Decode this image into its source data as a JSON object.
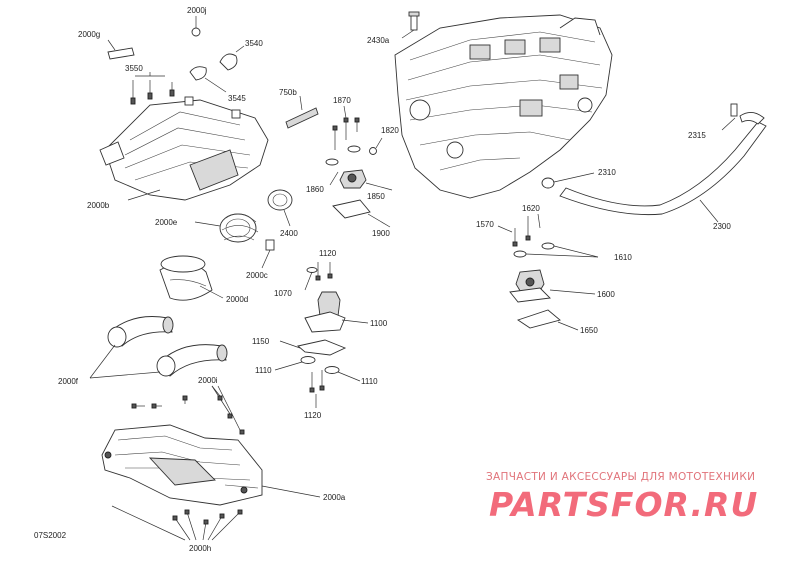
{
  "diagram_code": "07S2002",
  "watermark": {
    "tagline": "ЗАПЧАСТИ И АКСЕССУАРЫ ДЛЯ МОТОТЕХНИКИ",
    "brand": "PARTSFOR.RU",
    "color": "#f26b7b"
  },
  "labels": {
    "l2000j": "2000j",
    "l2000g": "2000g",
    "l3540": "3540",
    "l3550": "3550",
    "l3545": "3545",
    "l2430a": "2430a",
    "l750b": "750b",
    "l1870": "1870",
    "l1820": "1820",
    "l2315": "2315",
    "l2000b": "2000b",
    "l1860": "1860",
    "l1850": "1850",
    "l2310": "2310",
    "l1900": "1900",
    "l2000e": "2000e",
    "l2400": "2400",
    "l1620": "1620",
    "l1570": "1570",
    "l2300": "2300",
    "l1120a": "1120",
    "l2000c": "2000c",
    "l1610": "1610",
    "l1070": "1070",
    "l2000d": "2000d",
    "l1600": "1600",
    "l1100": "1100",
    "l1650": "1650",
    "l1150": "1150",
    "l1110a": "1110",
    "l1110b": "1110",
    "l2000f": "2000f",
    "l2000i": "2000i",
    "l1120b": "1120",
    "l2000a": "2000a",
    "l2000h": "2000h"
  }
}
